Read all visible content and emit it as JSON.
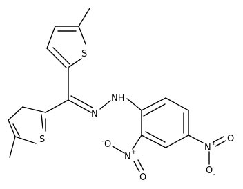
{
  "molecule": {
    "atom_labels": {
      "s1": "S",
      "s2": "S",
      "n1": "N",
      "nh": "NH",
      "n_ortho": "N",
      "o_ortho_a": "O",
      "o_ortho_b": "O",
      "n_para": "N",
      "o_para_a": "O",
      "o_para_b": "O"
    },
    "charges": {
      "n_ortho": "+",
      "o_ortho_a": "-",
      "n_para": "+",
      "o_para_b": "-"
    }
  }
}
